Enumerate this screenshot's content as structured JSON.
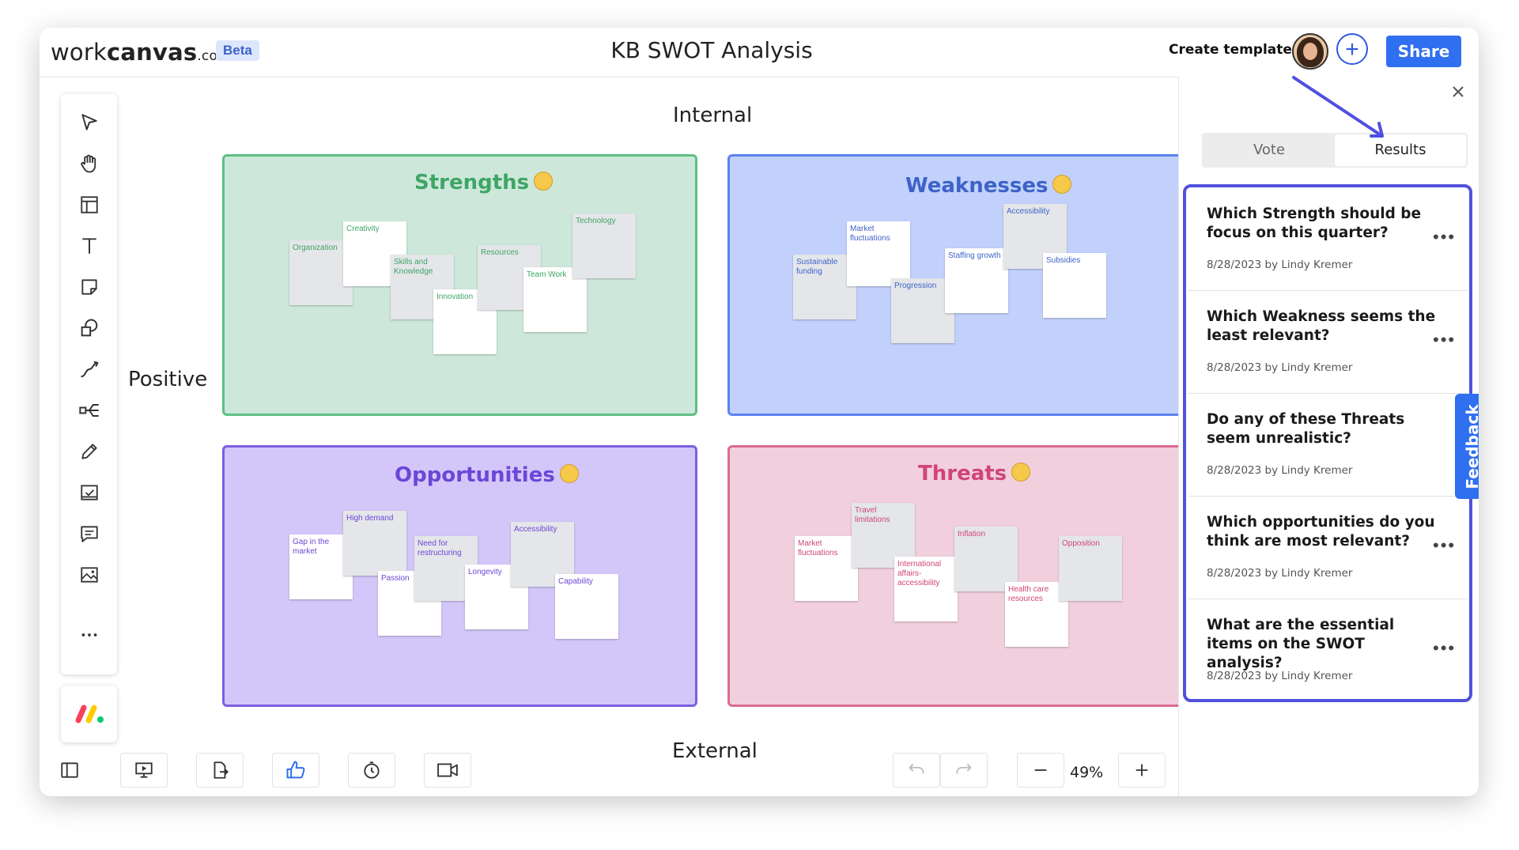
{
  "header": {
    "logo_light": "work",
    "logo_bold": "canvas",
    "logo_domain": ".com",
    "beta": "Beta",
    "title": "KB SWOT Analysis",
    "create_template": "Create template",
    "add_icon": "plus-icon",
    "share": "Share"
  },
  "toolbar": {
    "tools": [
      "select-icon",
      "hand-icon",
      "frame-icon",
      "text-icon",
      "sticky-note-icon",
      "shapes-icon",
      "connector-icon",
      "mindmap-icon",
      "pen-icon",
      "task-icon",
      "comment-icon",
      "image-icon",
      "more-icon"
    ],
    "brand": "monday-logo"
  },
  "canvas": {
    "label_top": "Internal",
    "label_left": "Positive",
    "label_bottom": "External",
    "quadrants": {
      "strengths": {
        "title": "Strengths",
        "notes": [
          "Organization",
          "Creativity",
          "Skills and Knowledge",
          "Innovation",
          "Resources",
          "Team Work",
          "Technology"
        ]
      },
      "weaknesses": {
        "title": "Weaknesses",
        "notes": [
          "Sustainable funding",
          "Market fluctuations",
          "Progression",
          "Staffing growth",
          "Accessibility",
          "Subsidies"
        ]
      },
      "opportunities": {
        "title": "Opportunities",
        "notes": [
          "Gap in the market",
          "High demand",
          "Passion",
          "Need for restructuring",
          "Longevity",
          "Accessibility",
          "Capability"
        ]
      },
      "threats": {
        "title": "Threats",
        "notes": [
          "Market fluctuations",
          "Travel limitations",
          "International affairs-accessibility",
          "Inflation",
          "Health care resources",
          "Opposition"
        ]
      }
    }
  },
  "bottombar": {
    "zoom": "49%"
  },
  "panel": {
    "tabs": [
      "Vote",
      "Results"
    ],
    "active_tab": "Results",
    "polls": [
      {
        "question": "Which Strength should be focus on this quarter?",
        "meta": "8/28/2023 by Lindy Kremer"
      },
      {
        "question": "Which Weakness seems the least relevant?",
        "meta": "8/28/2023 by Lindy Kremer"
      },
      {
        "question": "Do any of these Threats seem unrealistic?",
        "meta": "8/28/2023 by Lindy Kremer"
      },
      {
        "question": "Which opportunities do you think are most relevant?",
        "meta": "8/28/2023 by Lindy Kremer"
      },
      {
        "question": "What are the essential items on the SWOT analysis?",
        "meta": "8/28/2023 by Lindy Kremer"
      }
    ],
    "feedback": "Feedback"
  },
  "colors": {
    "accent": "#2f6ff0",
    "highlight": "#5151dc",
    "strengths": "#5fbf85",
    "weaknesses": "#5c82ef",
    "opportunities": "#7b5fe0",
    "threats": "#dc6a94"
  }
}
